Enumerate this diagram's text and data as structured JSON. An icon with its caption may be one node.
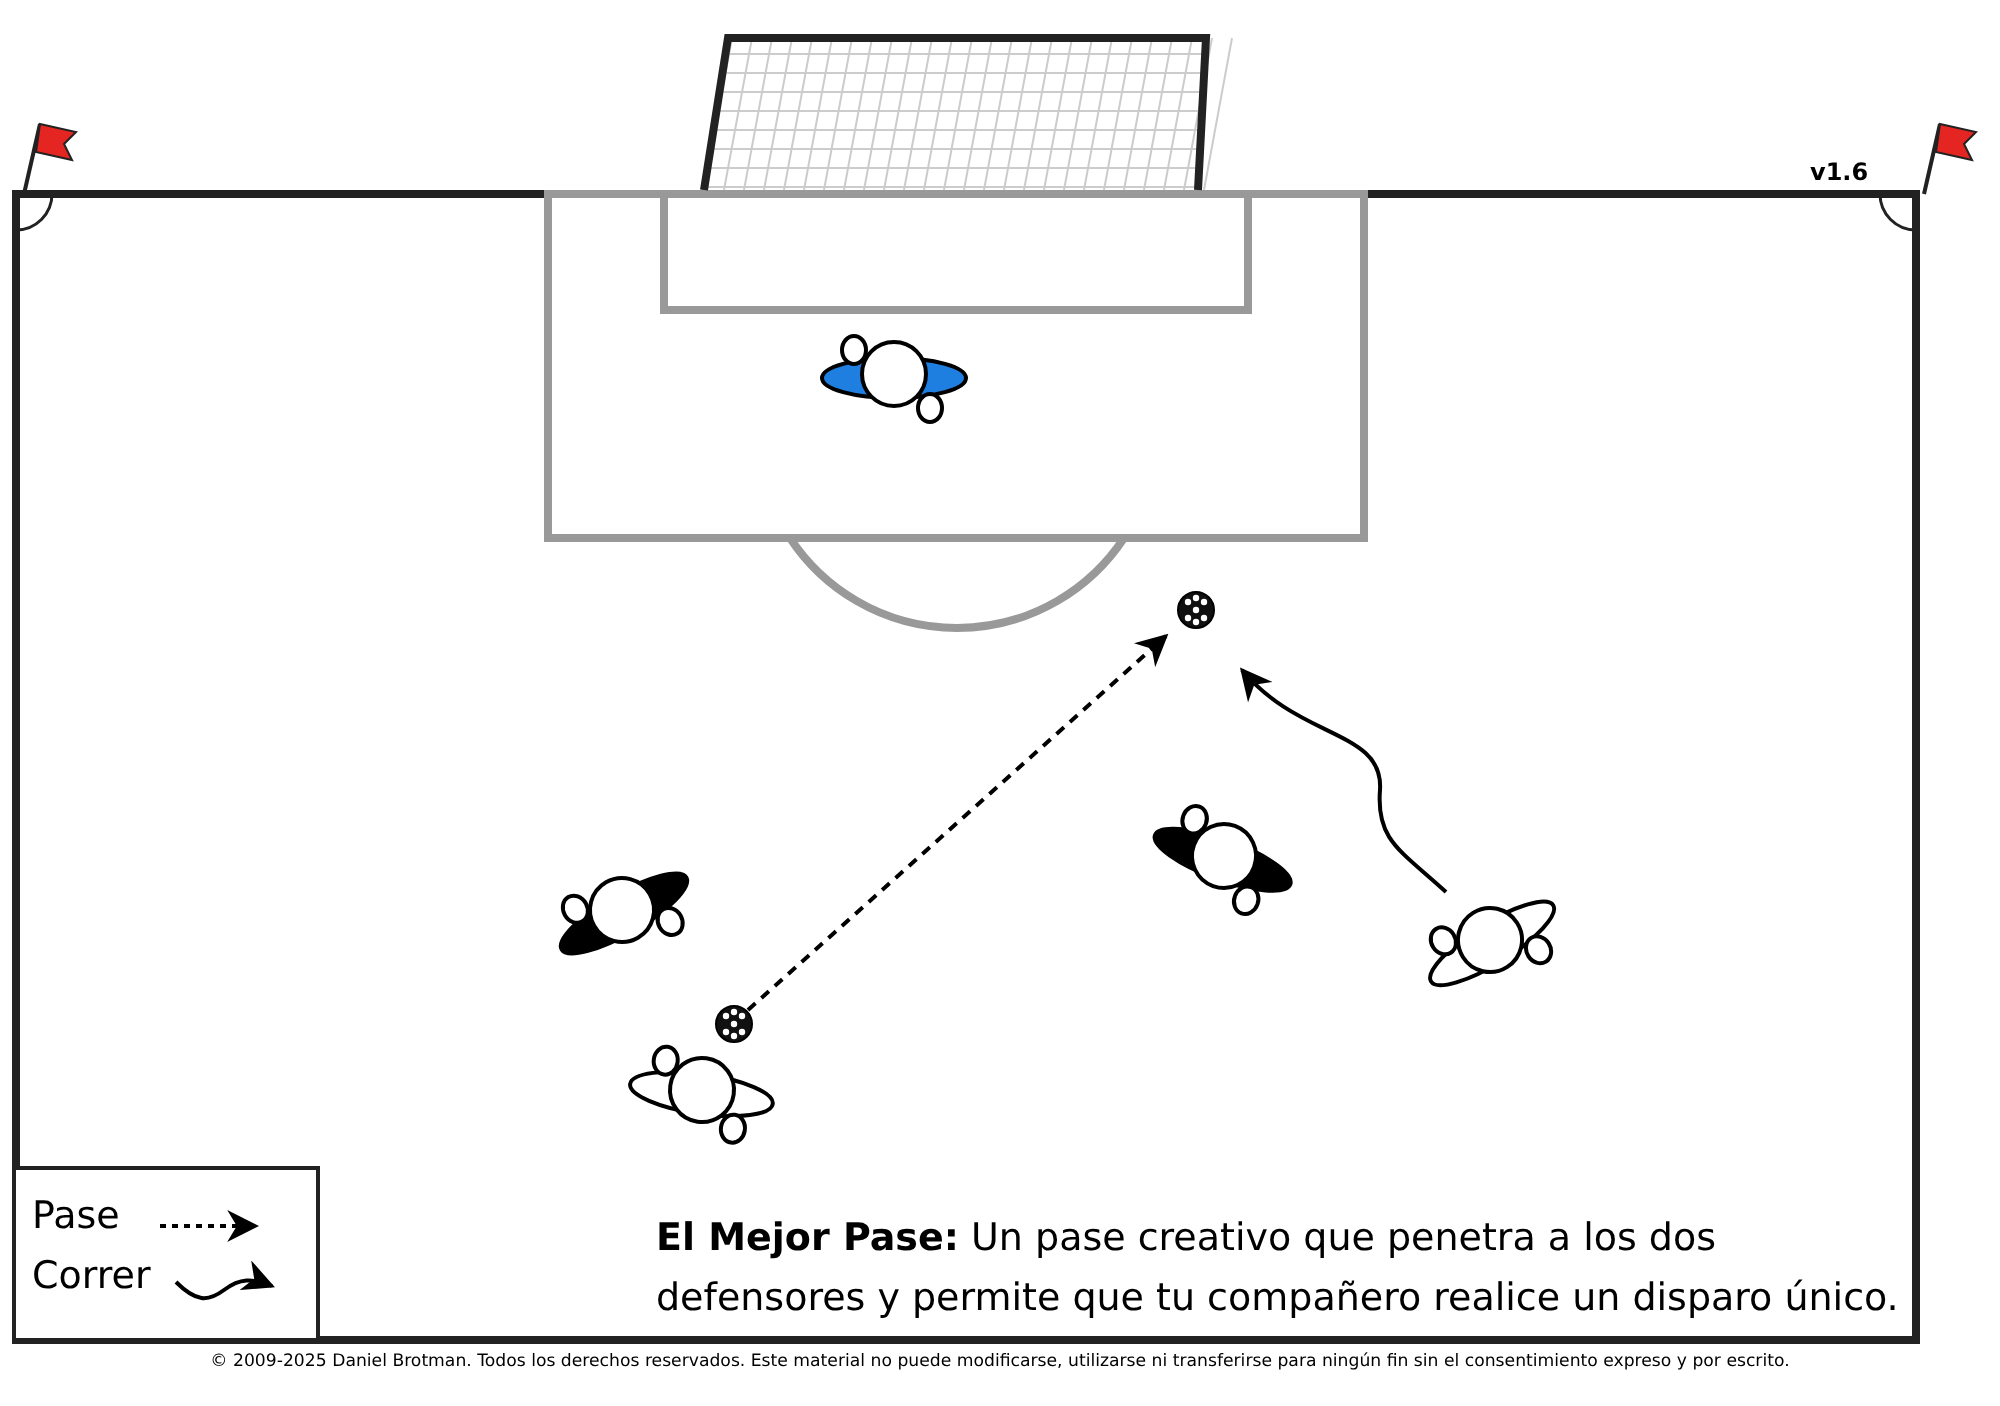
{
  "diagram": {
    "nodes": [
      {
        "text": [],
        "shape": "person"
      },
      {
        "text": [],
        "shape": "person"
      },
      {
        "text": [],
        "shape": "person"
      },
      {
        "text": [],
        "shape": "person"
      },
      {
        "text": [],
        "shape": "circle"
      },
      {
        "text": [],
        "shape": "person"
      },
      {
        "text": [],
        "shape": "circle"
      }
    ],
    "edges": [
      {
        "from": 4,
        "to": 6,
        "arrow": "to",
        "style": "dashed"
      },
      {
        "from": 5,
        "to": 6,
        "arrow": "to"
      }
    ],
    "labels": [
      "v1.6",
      "**El Mejor Pase:** Un pase creativo que penetra a los dos defensores y permite que tu compañero realice un disparo único.",
      "© 2009-2025 Daniel Brotman. Todos los derechos reservados. Este material no puede modificarse, utilizarse ni transferirse para ningún fin sin el consentimiento expreso y por escrito."
    ],
    "legend": [
      {
        "text": "Pase"
      },
      {
        "text": "Correr"
      }
    ]
  }
}
